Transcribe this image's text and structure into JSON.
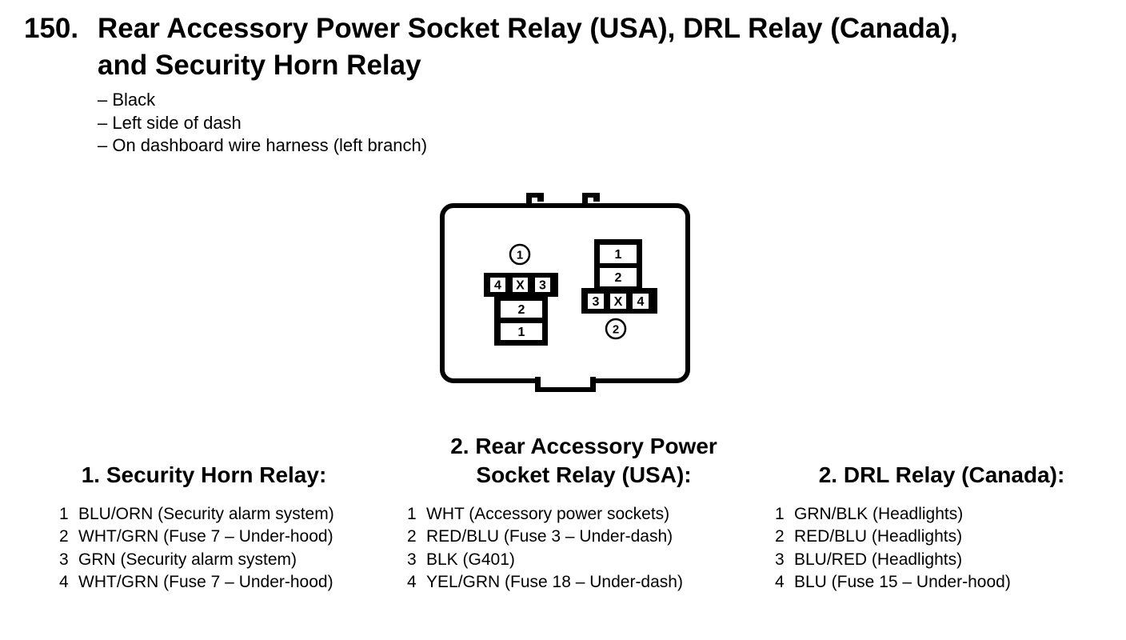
{
  "colors": {
    "ink": "#000000",
    "paper": "#ffffff"
  },
  "header": {
    "number": "150.",
    "title_lines": [
      "Rear Accessory Power Socket Relay (USA), DRL Relay (Canada),",
      "and Security Horn Relay"
    ],
    "bullets": [
      "– Black",
      "– Left side of dash",
      "– On dashboard wire harness (left branch)"
    ]
  },
  "diagram": {
    "description": "Relay connector block with two relay sockets",
    "relay1": {
      "circle_label": "1",
      "strip_cells": [
        "4",
        "X",
        "3"
      ],
      "column_cells": [
        "2",
        "1"
      ]
    },
    "relay2": {
      "circle_label": "2",
      "column_cells": [
        "1",
        "2"
      ],
      "strip_cells": [
        "3",
        "X",
        "4"
      ]
    }
  },
  "columns": [
    {
      "heading_lines": [
        "1. Security Horn Relay:"
      ],
      "pins": [
        {
          "num": "1",
          "desc": "BLU/ORN (Security alarm system)"
        },
        {
          "num": "2",
          "desc": "WHT/GRN (Fuse 7 – Under-hood)"
        },
        {
          "num": "3",
          "desc": "GRN (Security alarm system)"
        },
        {
          "num": "4",
          "desc": "WHT/GRN (Fuse 7 – Under-hood)"
        }
      ]
    },
    {
      "heading_lines": [
        "2. Rear Accessory Power",
        "Socket Relay (USA):"
      ],
      "pins": [
        {
          "num": "1",
          "desc": "WHT (Accessory power sockets)"
        },
        {
          "num": "2",
          "desc": "RED/BLU (Fuse 3 – Under-dash)"
        },
        {
          "num": "3",
          "desc": "BLK (G401)"
        },
        {
          "num": "4",
          "desc": "YEL/GRN (Fuse 18 – Under-dash)"
        }
      ]
    },
    {
      "heading_lines": [
        "2. DRL Relay (Canada):"
      ],
      "pins": [
        {
          "num": "1",
          "desc": "GRN/BLK (Headlights)"
        },
        {
          "num": "2",
          "desc": "RED/BLU (Headlights)"
        },
        {
          "num": "3",
          "desc": "BLU/RED (Headlights)"
        },
        {
          "num": "4",
          "desc": "BLU (Fuse 15 – Under-hood)"
        }
      ]
    }
  ]
}
